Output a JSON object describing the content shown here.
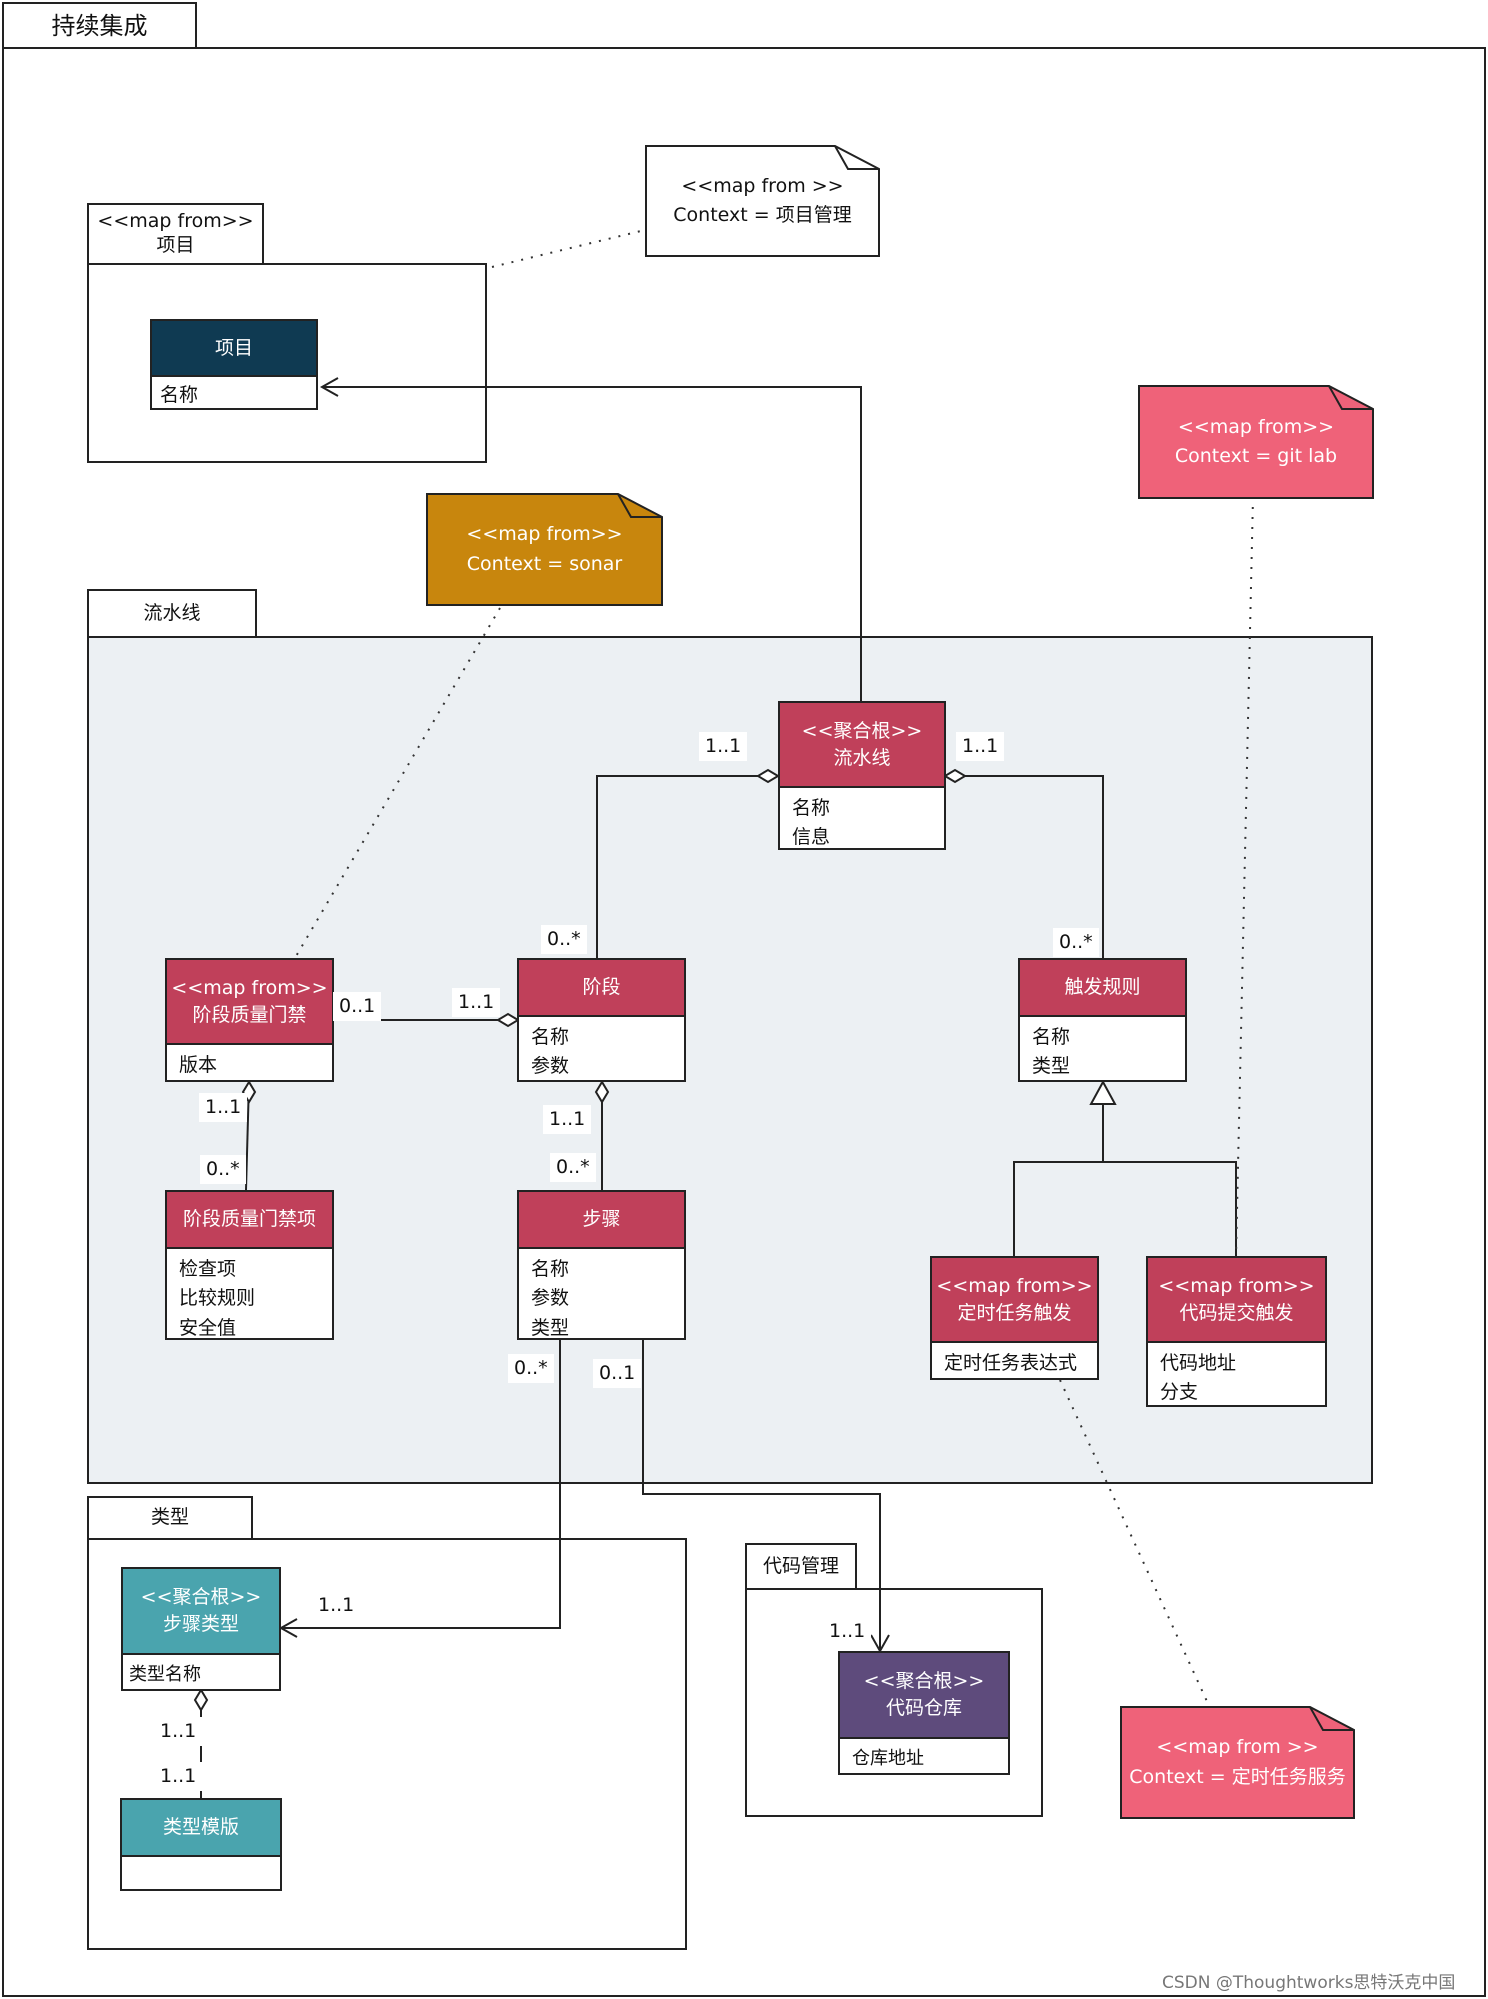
{
  "title": "持续集成",
  "packages": {
    "project": {
      "tab_line1": "<<map from>>",
      "tab_line2": "项目"
    },
    "pipeline": {
      "tab": "流水线"
    },
    "type": {
      "tab": "类型"
    },
    "code": {
      "tab": "代码管理"
    }
  },
  "notes": {
    "project_ctx": {
      "line1": "<<map from >>",
      "line2": "Context = 项目管理"
    },
    "sonar": {
      "line1": "<<map from>>",
      "line2": "Context = sonar"
    },
    "gitlab": {
      "line1": "<<map from>>",
      "line2": "Context = git lab"
    },
    "timer": {
      "line1": "<<map from >>",
      "line2": "Context = 定时任务服务"
    }
  },
  "classes": {
    "project": {
      "title": "项目",
      "attrs": [
        "名称"
      ]
    },
    "pipeline": {
      "stereotype": "<<聚合根>>",
      "title": "流水线",
      "attrs": [
        "名称",
        "信息"
      ]
    },
    "gate": {
      "stereotype": "<<map from>>",
      "title": "阶段质量门禁",
      "attrs": [
        "版本"
      ]
    },
    "stage": {
      "title": "阶段",
      "attrs": [
        "名称",
        "参数"
      ]
    },
    "trigger": {
      "title": "触发规则",
      "attrs": [
        "名称",
        "类型"
      ]
    },
    "gate_item": {
      "title": "阶段质量门禁项",
      "attrs": [
        "检查项",
        "比较规则",
        "安全值"
      ]
    },
    "step": {
      "title": "步骤",
      "attrs": [
        "名称",
        "参数",
        "类型"
      ]
    },
    "timer_trigger": {
      "stereotype": "<<map from>>",
      "title": "定时任务触发",
      "attrs": [
        "定时任务表达式"
      ]
    },
    "commit_trigger": {
      "stereotype": "<<map from>>",
      "title": "代码提交触发",
      "attrs": [
        "代码地址",
        "分支"
      ]
    },
    "step_type": {
      "stereotype": "<<聚合根>>",
      "title": "步骤类型",
      "attrs": [
        "类型名称"
      ]
    },
    "type_template": {
      "title": "类型模版",
      "attrs": []
    },
    "repo": {
      "stereotype": "<<聚合根>>",
      "title": "代码仓库",
      "attrs": [
        "仓库地址"
      ]
    }
  },
  "multiplicities": {
    "pipe_left": "1..1",
    "pipe_right": "1..1",
    "stage_top": "0..*",
    "trigger_top": "0..*",
    "gate_right": "0..1",
    "stage_left": "1..1",
    "gate_bottom": "1..1",
    "gateitem_top": "0..*",
    "stage_bottom": "1..1",
    "step_top": "0..*",
    "step_bl": "0..*",
    "step_br": "0..1",
    "steptype_in": "1..1",
    "repo_in": "1..1",
    "steptype_bottom": "1..1",
    "template_top": "1..1"
  },
  "colors": {
    "navy": "#0f3a52",
    "crimson": "#c0405a",
    "orange": "#c8860d",
    "pink": "#ef6279",
    "teal": "#4aa4ae",
    "purple": "#5e4b7c",
    "pipeline_bg": "#ecf0f3"
  },
  "watermark": "CSDN @Thoughtworks思特沃克中国"
}
